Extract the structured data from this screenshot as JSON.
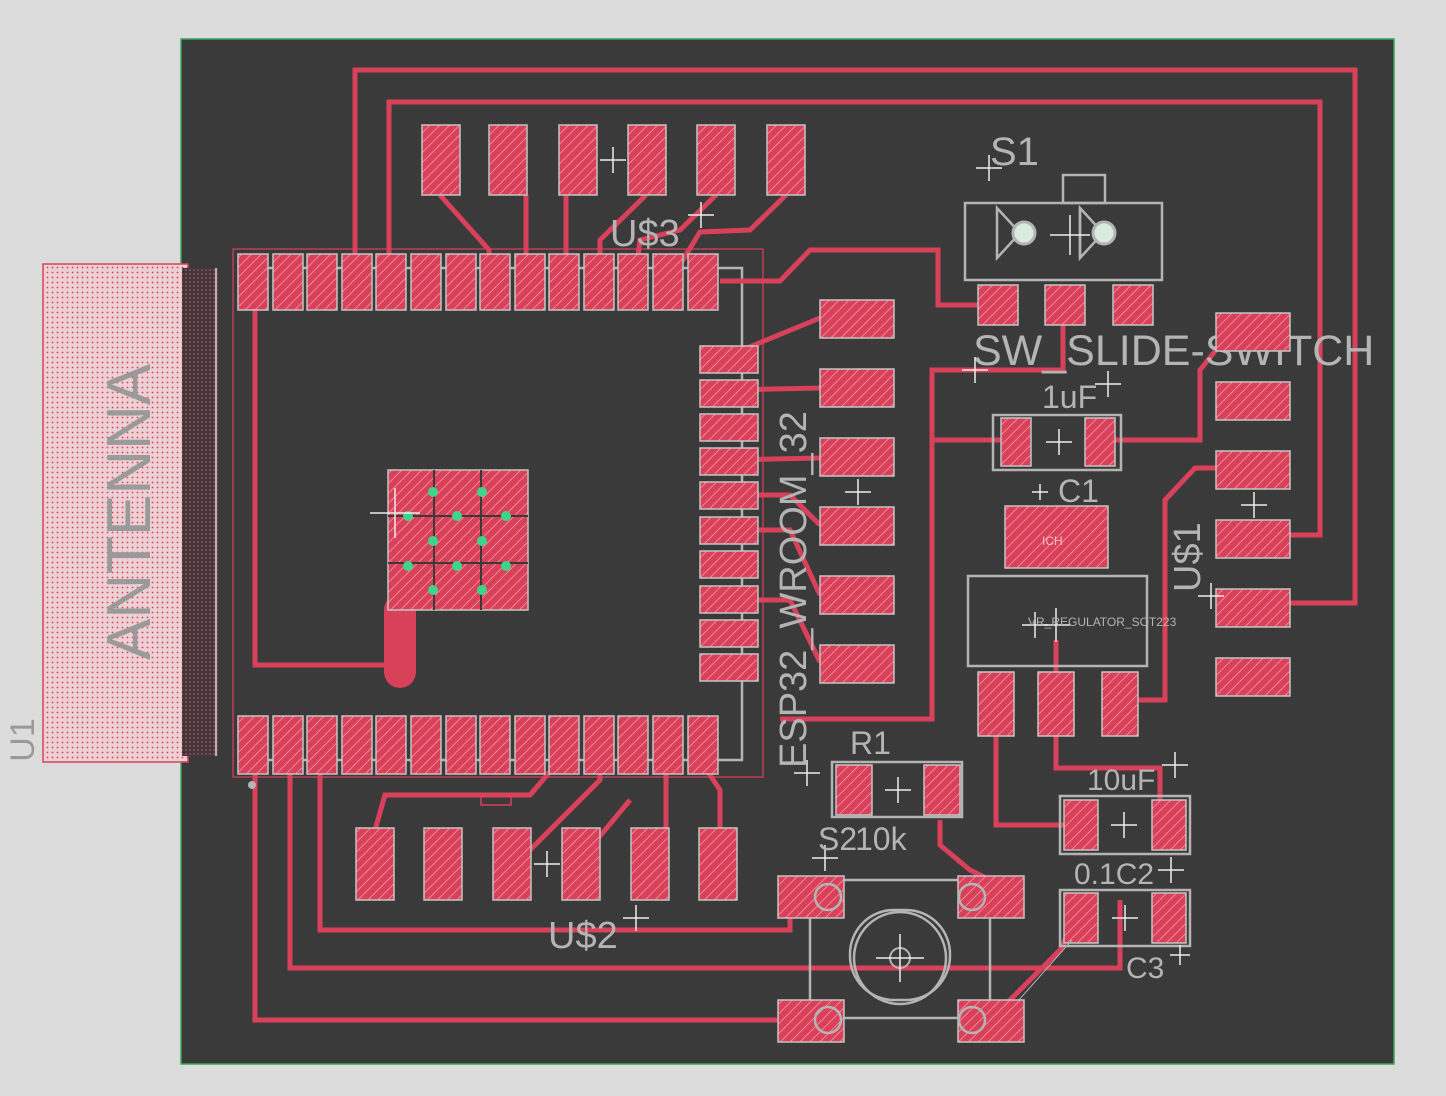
{
  "board": {
    "colors": {
      "background": "#dcdcdc",
      "board": "#3a3a3a",
      "copper": "#d9405a",
      "silkscreen": "#b4b4b4",
      "via": "#3cd68a",
      "board_edge": "#3aa65a"
    }
  },
  "labels": {
    "s1": "S1",
    "sw_slide": "SW_SLIDE-SWITCH",
    "us3": "U$3",
    "us2": "U$2",
    "us1": "U$1",
    "u1": "U1",
    "antenna": "ANTENNA",
    "esp32": "ESP32_WROOM_32",
    "c1_val": "1uF",
    "c1": "C1",
    "r1": "R1",
    "r1_val": "10k",
    "s2": "S2",
    "c2_val": "10uF",
    "c2_label": "0.1C2",
    "c3": "C3",
    "regulator": "VR_REGULATOR_SOT223",
    "reg_tab_text": "ICH"
  }
}
